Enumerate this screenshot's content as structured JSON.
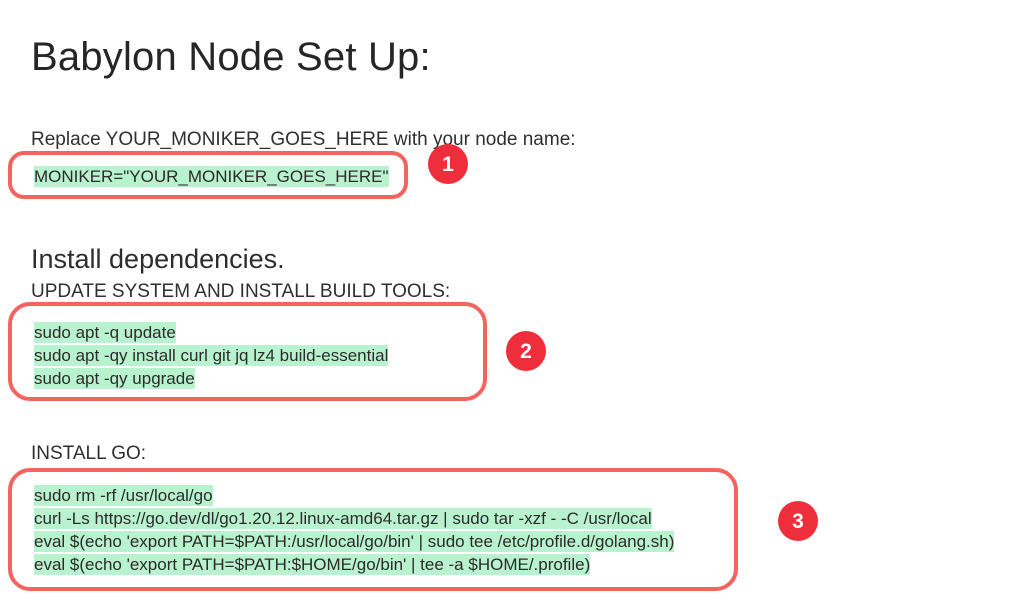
{
  "document": {
    "title": "Babylon Node Set Up:",
    "intro": "Replace YOUR_MONIKER_GOES_HERE with your node name:",
    "section_heading": "Install dependencies.",
    "sub_heading_1": "UPDATE SYSTEM AND INSTALL BUILD TOOLS:",
    "sub_heading_2": "INSTALL GO:"
  },
  "colors": {
    "annotation_border": "#f4645f",
    "marker_fill": "#ee2f3b",
    "marker_text": "#ffffff",
    "code_highlight": "#b9f2ce",
    "page_background": "#ffffff",
    "body_text": "#2b2b2b"
  },
  "steps": [
    {
      "number": "1"
    },
    {
      "number": "2"
    },
    {
      "number": "3"
    }
  ],
  "code_blocks": [
    {
      "step": "1",
      "lines": [
        "MONIKER=\"YOUR_MONIKER_GOES_HERE\""
      ]
    },
    {
      "step": "2",
      "lines": [
        "sudo apt -q update",
        "sudo apt -qy install curl git jq lz4 build-essential",
        "sudo apt -qy upgrade"
      ]
    },
    {
      "step": "3",
      "lines": [
        "sudo rm -rf /usr/local/go",
        "curl -Ls https://go.dev/dl/go1.20.12.linux-amd64.tar.gz | sudo tar -xzf - -C /usr/local",
        "eval $(echo 'export PATH=$PATH:/usr/local/go/bin' | sudo tee /etc/profile.d/golang.sh)",
        "eval $(echo 'export PATH=$PATH:$HOME/go/bin' | tee -a $HOME/.profile)"
      ]
    }
  ]
}
